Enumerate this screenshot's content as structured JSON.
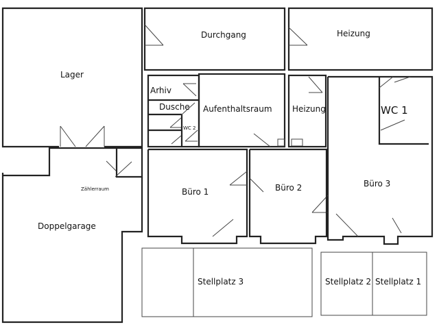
{
  "rooms": {
    "lager": "Lager",
    "durchgang": "Durchgang",
    "heizung_top": "Heizung",
    "arhiv": "Arhiv",
    "dusche": "Dusche",
    "wc2": "WC 2",
    "aufenthaltsraum": "Aufenthaltsraum",
    "heizung_small": "Heizung",
    "wc1": "WC 1",
    "zaehlerraum": "Zählerraum",
    "doppelgarage": "Doppelgarage",
    "buero1": "Büro 1",
    "buero2": "Büro 2",
    "buero3": "Büro 3",
    "stellplatz3": "Stellplatz 3",
    "stellplatz2": "Stellplatz 2",
    "stellplatz1": "Stellplatz 1"
  }
}
